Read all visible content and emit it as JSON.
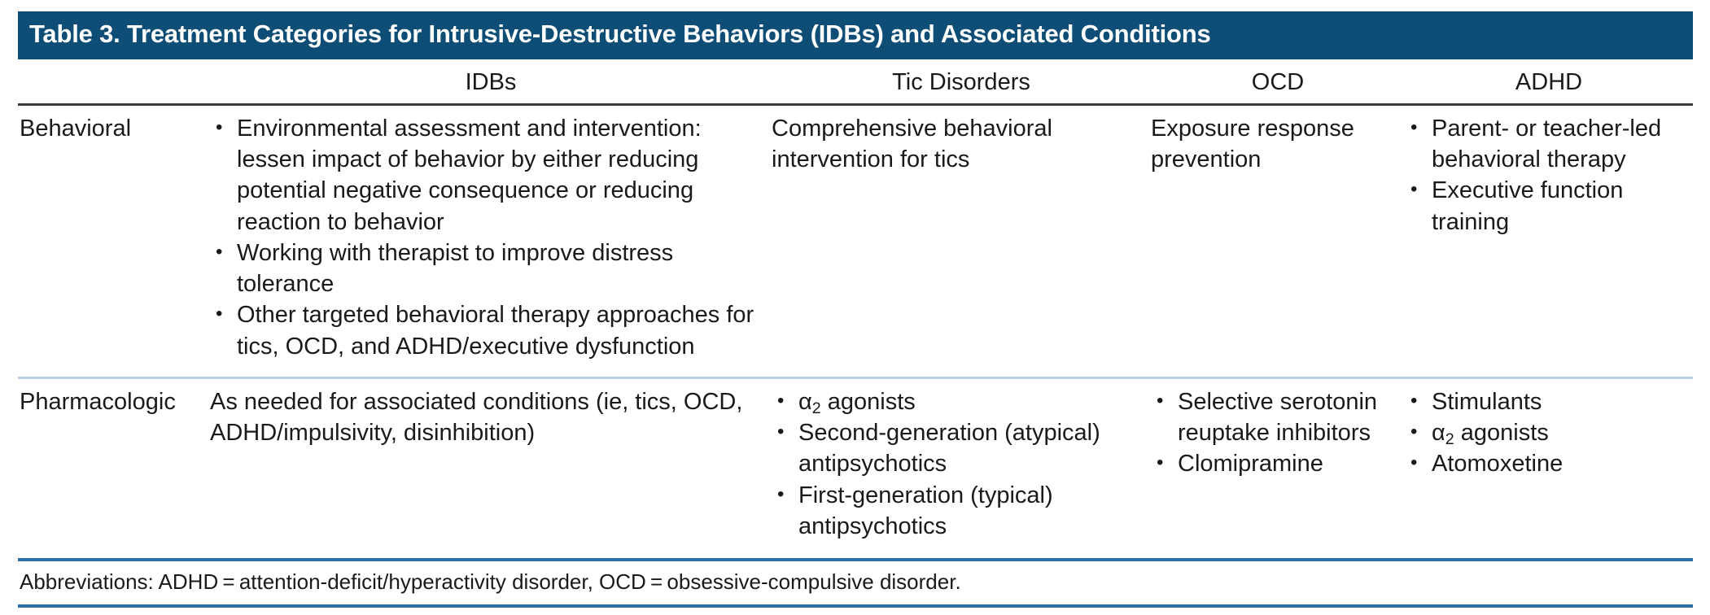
{
  "table": {
    "title": "Table 3. Treatment Categories for Intrusive-Destructive Behaviors (IDBs) and Associated Conditions",
    "title_bar_color": "#0e4d75",
    "row_separator_color": "#b9cfe4",
    "header_rule_color": "#3a3a3a",
    "footer_rule_color": "#2b6ea8",
    "columns": [
      {
        "key": "category",
        "label": ""
      },
      {
        "key": "idbs",
        "label": "IDBs"
      },
      {
        "key": "tic",
        "label": "Tic Disorders"
      },
      {
        "key": "ocd",
        "label": "OCD"
      },
      {
        "key": "adhd",
        "label": "ADHD"
      }
    ],
    "rows": [
      {
        "category": "Behavioral",
        "idbs": {
          "style": "bullets",
          "items": [
            "Environmental assessment and intervention: lessen impact of behavior by either reducing potential negative consequence or reducing reaction to behavior",
            "Working with therapist to improve distress tolerance",
            "Other targeted behavioral therapy approaches for tics, OCD, and ADHD/executive dysfunction"
          ]
        },
        "tic": {
          "style": "plain",
          "items": [
            "Comprehensive behavioral intervention for tics"
          ]
        },
        "ocd": {
          "style": "plain",
          "items": [
            "Exposure response prevention"
          ]
        },
        "adhd": {
          "style": "bullets",
          "items": [
            "Parent- or teacher-led behavioral therapy",
            "Executive function training"
          ]
        }
      },
      {
        "category": "Pharmacologic",
        "idbs": {
          "style": "plain",
          "items": [
            "As needed for associated conditions (ie, tics, OCD, ADHD/impulsivity, disinhibition)"
          ]
        },
        "tic": {
          "style": "bullets",
          "items": [
            "α₂ agonists",
            "Second-generation (atypical) antipsychotics",
            "First-generation (typical) antipsychotics"
          ]
        },
        "ocd": {
          "style": "bullets",
          "items": [
            "Selective serotonin reuptake inhibitors",
            "Clomipramine"
          ]
        },
        "adhd": {
          "style": "bullets",
          "items": [
            "Stimulants",
            "α₂ agonists",
            "Atomoxetine"
          ]
        }
      }
    ],
    "footnote": "Abbreviations: ADHD = attention-deficit/hyperactivity disorder, OCD = obsessive-compulsive disorder."
  }
}
